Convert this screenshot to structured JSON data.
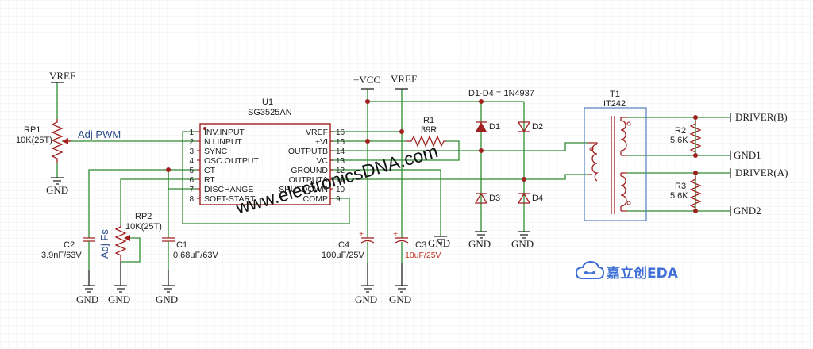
{
  "nets": {
    "vref_left": "VREF",
    "vref_mid": "VREF",
    "vcc": "+VCC",
    "gnd_list": [
      "GND",
      "GND",
      "GND",
      "GND",
      "GND",
      "GND",
      "GND",
      "GND",
      "GND"
    ],
    "driver_b": "DRIVER(B)",
    "driver_a": "DRIVER(A)",
    "gnd1": "GND1",
    "gnd2": "GND2"
  },
  "ic": {
    "designator": "U1",
    "part": "SG3525AN",
    "left_pins": [
      {
        "num": "1",
        "name": "INV.INPUT"
      },
      {
        "num": "2",
        "name": "N.I.INPUT"
      },
      {
        "num": "3",
        "name": "SYNC"
      },
      {
        "num": "4",
        "name": "OSC.OUTPUT"
      },
      {
        "num": "5",
        "name": "CT"
      },
      {
        "num": "6",
        "name": "RT"
      },
      {
        "num": "7",
        "name": "DISCHANGE"
      },
      {
        "num": "8",
        "name": "SOFT-START"
      }
    ],
    "right_pins": [
      {
        "num": "16",
        "name": "VREF"
      },
      {
        "num": "15",
        "name": "+VI"
      },
      {
        "num": "14",
        "name": "OUTPUTB"
      },
      {
        "num": "13",
        "name": "VC"
      },
      {
        "num": "12",
        "name": "GROUND"
      },
      {
        "num": "11",
        "name": "OUTPUTA"
      },
      {
        "num": "10",
        "name": "SHUTDOWN"
      },
      {
        "num": "9",
        "name": "COMP"
      }
    ]
  },
  "components": {
    "rp1": {
      "ref": "RP1",
      "value": "10K(25T)",
      "label": "Adj PWM"
    },
    "rp2": {
      "ref": "RP2",
      "value": "10K(25T)",
      "label": "Adj Fs"
    },
    "c1": {
      "ref": "C1",
      "value": "0.68uF/63V"
    },
    "c2": {
      "ref": "C2",
      "value": "3.9nF/63V"
    },
    "c3": {
      "ref": "C3",
      "value": "10uF/25V"
    },
    "c4": {
      "ref": "C4",
      "value": "100uF/25V"
    },
    "r1": {
      "ref": "R1",
      "value": "39R"
    },
    "r2": {
      "ref": "R2",
      "value": "5.6K"
    },
    "r3": {
      "ref": "R3",
      "value": "5.6K"
    },
    "diodes": {
      "note": "D1-D4 = 1N4937",
      "d1": "D1",
      "d2": "D2",
      "d3": "D3",
      "d4": "D4"
    },
    "t1": {
      "ref": "T1",
      "value": "IT242"
    }
  },
  "watermark": "www.electronicsDNA.com",
  "logo": {
    "name": "嘉立创EDA",
    "icon": "cloud-circuit-icon",
    "color": "#3f6fd6"
  },
  "colors": {
    "wire": "#2e8b2e",
    "component": "#a02020",
    "value_red": "#c03020",
    "label_blue": "#2a4a8a"
  }
}
